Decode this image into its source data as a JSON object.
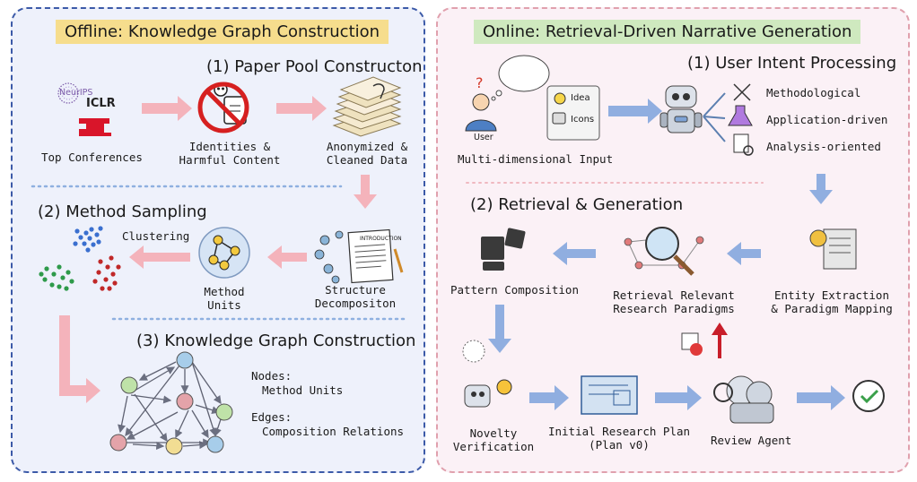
{
  "offline": {
    "title": "Offline: Knowledge Graph Construction",
    "stage1": {
      "heading": "(1) Paper Pool Constructon",
      "logos": [
        "NeurIPS",
        "ICLR"
      ],
      "top_conferences": "Top Conferences",
      "identities": [
        "Identities &",
        "Harmful Content"
      ],
      "anonymized": [
        "Anonymized &",
        "Cleaned Data"
      ]
    },
    "stage2": {
      "heading": "(2) Method Sampling",
      "clustering": "Clustering",
      "method_units": [
        "Method",
        "Units"
      ],
      "structure": [
        "Structure",
        "Decompositon"
      ],
      "doc_title": "INTRODUCTION"
    },
    "stage3": {
      "heading": "(3) Knowledge Graph Construction",
      "nodes_label": "Nodes:",
      "nodes_value": "Method Units",
      "edges_label": "Edges:",
      "edges_value": "Composition Relations"
    }
  },
  "online": {
    "title": "Online: Retrieval-Driven Narrative Generation",
    "stage1": {
      "heading": "(1) User Intent Processing",
      "user": "User",
      "idea": "Idea",
      "icons": "Icons",
      "multi_input": "Multi-dimensional Input",
      "intents": [
        "Methodological",
        "Application-driven",
        "Analysis-oriented"
      ]
    },
    "stage2": {
      "heading": "(2) Retrieval & Generation",
      "pattern": "Pattern Composition",
      "retrieval": [
        "Retrieval Relevant",
        "Research Paradigms"
      ],
      "entity": [
        "Entity Extraction",
        "& Paradigm Mapping"
      ],
      "novelty": [
        "Novelty",
        "Verification"
      ],
      "plan": [
        "Initial Research Plan",
        "(Plan v0)"
      ],
      "review": "Review Agent"
    }
  },
  "colors": {
    "offline_arrow": "#f4b3bb",
    "online_arrow": "#90aee0",
    "offline_bg": "#eef1fb",
    "online_bg": "#fbf1f6"
  }
}
